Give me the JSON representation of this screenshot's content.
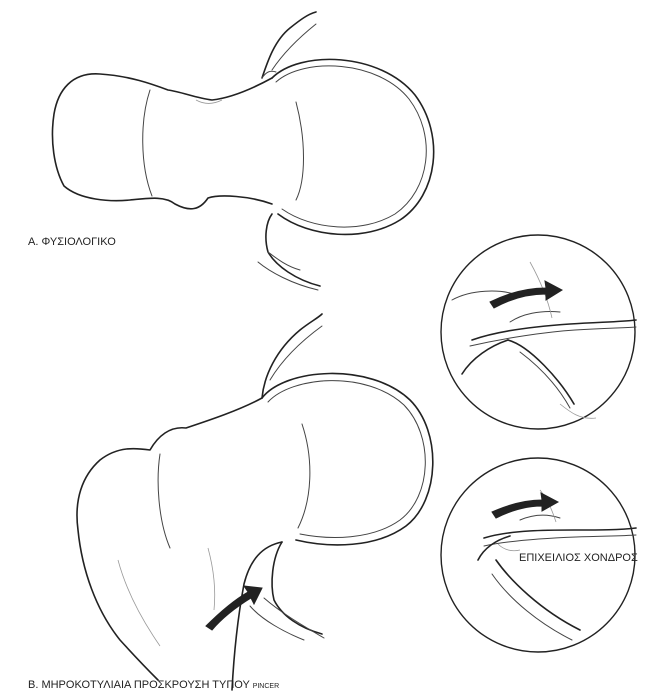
{
  "figure": {
    "label_a": "Α. ΦΥΣΙΟΛΟΓΙΚΟ",
    "label_b_main": "Β. ΜΗΡΟΚΟΤΥΛΙΑΙΑ ΠΡΟΣΚΡΟΥΣΗ ΤΥΠΟΥ",
    "label_b_small": "PINCER",
    "label_cartilage": "ΕΠΙΧΕΙΛΙΟΣ ΧΟΝΔΡΟΣ"
  }
}
